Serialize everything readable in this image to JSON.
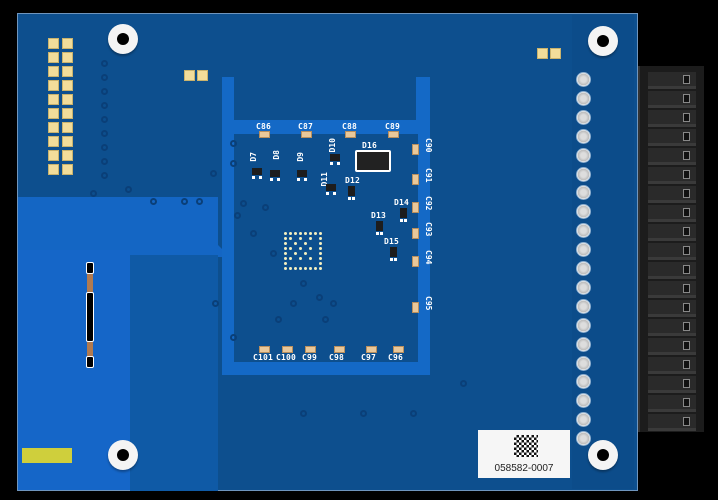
{
  "image": {
    "subject": "Blue PCB board, bottom side, with right-angle black pin connector",
    "board_color": "#0d4f8e",
    "copper_pour_color": "#1466c4",
    "connector_color": "#1c1c1c"
  },
  "silkscreen": {
    "top_row_caps": [
      "C86",
      "C87",
      "C88",
      "C89"
    ],
    "right_column_caps": [
      "C90",
      "C91",
      "C92",
      "C93",
      "C94",
      "C95"
    ],
    "bottom_row_caps": [
      "C101",
      "C100",
      "C99",
      "C98",
      "C97",
      "C96"
    ],
    "diodes": [
      "D7",
      "D8",
      "D9",
      "D10",
      "D11",
      "D12",
      "D13",
      "D14",
      "D15",
      "D16"
    ]
  },
  "sticker": {
    "serial": "058582-0007",
    "icon": "data-matrix-code-icon"
  },
  "connector": {
    "pin_count": 19
  },
  "through_holes": {
    "count": 20
  },
  "mounting_holes": 4
}
